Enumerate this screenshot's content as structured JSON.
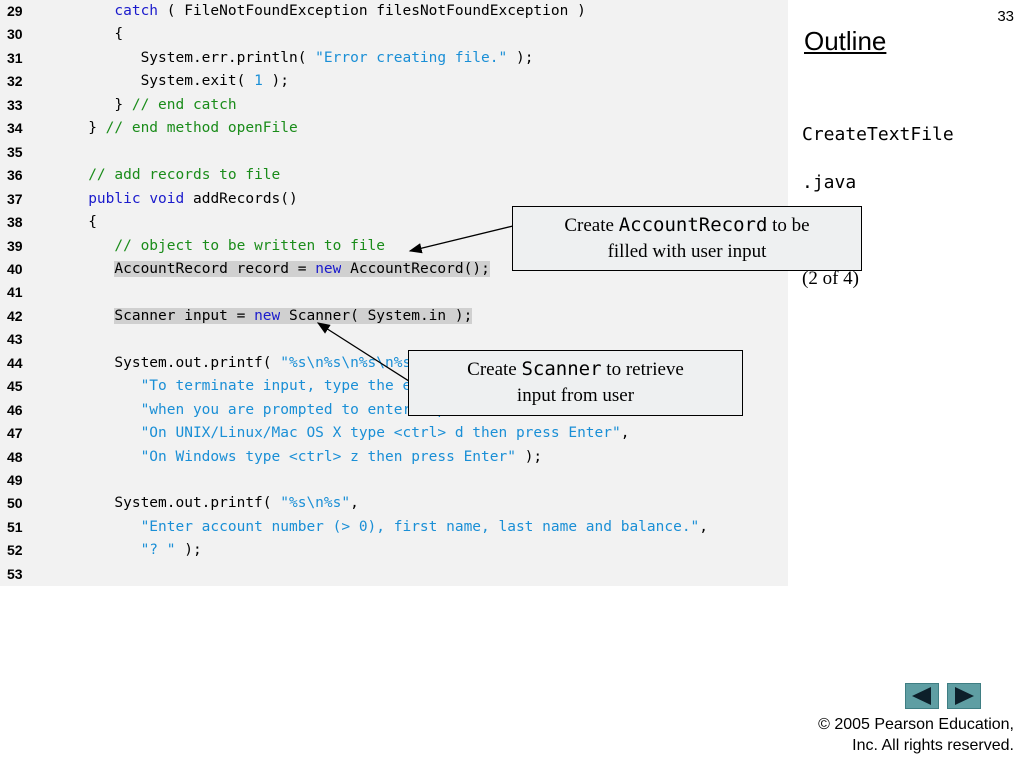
{
  "page_number": "33",
  "sidebar": {
    "title": "Outline",
    "file_line1": "CreateTextFile",
    "file_line2": ".java",
    "part": "(2 of 4)"
  },
  "code_lines": [
    {
      "n": "29",
      "parts": [
        {
          "t": "      "
        },
        {
          "t": "catch",
          "c": "kw"
        },
        {
          "t": " ( FileNotFoundException filesNotFoundException )"
        }
      ]
    },
    {
      "n": "30",
      "parts": [
        {
          "t": "      {"
        }
      ]
    },
    {
      "n": "31",
      "parts": [
        {
          "t": "         System.err.println( "
        },
        {
          "t": "\"Error creating file.\"",
          "c": "st"
        },
        {
          "t": " );"
        }
      ]
    },
    {
      "n": "32",
      "parts": [
        {
          "t": "         System.exit( "
        },
        {
          "t": "1",
          "c": "nm"
        },
        {
          "t": " );"
        }
      ]
    },
    {
      "n": "33",
      "parts": [
        {
          "t": "      } "
        },
        {
          "t": "// end catch",
          "c": "cm"
        }
      ]
    },
    {
      "n": "34",
      "parts": [
        {
          "t": "   } "
        },
        {
          "t": "// end method openFile",
          "c": "cm"
        }
      ]
    },
    {
      "n": "35",
      "parts": []
    },
    {
      "n": "36",
      "parts": [
        {
          "t": "   "
        },
        {
          "t": "// add records to file",
          "c": "cm"
        }
      ]
    },
    {
      "n": "37",
      "parts": [
        {
          "t": "   "
        },
        {
          "t": "public",
          "c": "kw"
        },
        {
          "t": " "
        },
        {
          "t": "void",
          "c": "kw"
        },
        {
          "t": " addRecords()"
        }
      ]
    },
    {
      "n": "38",
      "parts": [
        {
          "t": "   {"
        }
      ]
    },
    {
      "n": "39",
      "parts": [
        {
          "t": "      "
        },
        {
          "t": "// object to be written to file",
          "c": "cm"
        }
      ]
    },
    {
      "n": "40",
      "parts": [
        {
          "t": "      "
        },
        {
          "t": "AccountRecord record = ",
          "h": true
        },
        {
          "t": "new",
          "c": "kw",
          "h": true
        },
        {
          "t": " AccountRecord();",
          "h": true
        }
      ]
    },
    {
      "n": "41",
      "parts": []
    },
    {
      "n": "42",
      "parts": [
        {
          "t": "      "
        },
        {
          "t": "Scanner input = ",
          "h": true
        },
        {
          "t": "new",
          "c": "kw",
          "h": true
        },
        {
          "t": " Scanner( System.in );",
          "h": true
        }
      ]
    },
    {
      "n": "43",
      "parts": []
    },
    {
      "n": "44",
      "parts": [
        {
          "t": "      System.out.printf( "
        },
        {
          "t": "\"%s\\n%s\\n%s\\n%s\\n\\n\"",
          "c": "st"
        },
        {
          "t": ","
        }
      ]
    },
    {
      "n": "45",
      "parts": [
        {
          "t": "         "
        },
        {
          "t": "\"To terminate input, type the end-of-file indicator \"",
          "c": "st"
        },
        {
          "t": ","
        }
      ]
    },
    {
      "n": "46",
      "parts": [
        {
          "t": "         "
        },
        {
          "t": "\"when you are prompted to enter input.\"",
          "c": "st"
        },
        {
          "t": ","
        }
      ]
    },
    {
      "n": "47",
      "parts": [
        {
          "t": "         "
        },
        {
          "t": "\"On UNIX/Linux/Mac OS X type <ctrl> d then press Enter\"",
          "c": "st"
        },
        {
          "t": ","
        }
      ]
    },
    {
      "n": "48",
      "parts": [
        {
          "t": "         "
        },
        {
          "t": "\"On Windows type <ctrl> z then press Enter\"",
          "c": "st"
        },
        {
          "t": " );"
        }
      ]
    },
    {
      "n": "49",
      "parts": []
    },
    {
      "n": "50",
      "parts": [
        {
          "t": "      System.out.printf( "
        },
        {
          "t": "\"%s\\n%s\"",
          "c": "st"
        },
        {
          "t": ","
        }
      ]
    },
    {
      "n": "51",
      "parts": [
        {
          "t": "         "
        },
        {
          "t": "\"Enter account number (> 0), first name, last name and balance.\"",
          "c": "st"
        },
        {
          "t": ","
        }
      ]
    },
    {
      "n": "52",
      "parts": [
        {
          "t": "         "
        },
        {
          "t": "\"? \"",
          "c": "st"
        },
        {
          "t": " );"
        }
      ]
    },
    {
      "n": "53",
      "parts": []
    }
  ],
  "callouts": {
    "account": {
      "pre": "Create ",
      "code": "AccountRecord",
      "post": " to be",
      "line2": "filled with user input"
    },
    "scanner": {
      "pre": "Create ",
      "code": "Scanner",
      "post": " to retrieve",
      "line2": "input from user"
    }
  },
  "nav": {
    "prev_icon": "arrow-left-icon",
    "next_icon": "arrow-right-icon",
    "color": "#5f9ea3"
  },
  "copyright": {
    "line1": "© 2005 Pearson Education,",
    "line2": "Inc.  All rights reserved."
  }
}
